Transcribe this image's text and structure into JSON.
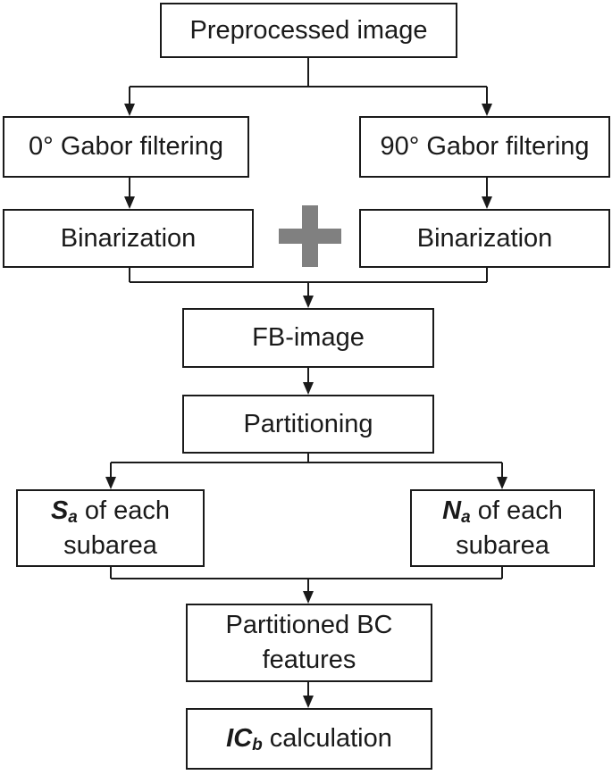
{
  "nodes": {
    "preprocessed": "Preprocessed image",
    "gabor0": "0° Gabor filtering",
    "gabor90": "90° Gabor filtering",
    "binarization_left": "Binarization",
    "binarization_right": "Binarization",
    "fb_image": "FB-image",
    "partitioning": "Partitioning",
    "sa": {
      "symbol": "S",
      "subscript": "a",
      "line1_rest": " of each",
      "line2": "subarea"
    },
    "na": {
      "symbol": "N",
      "subscript": "a",
      "line1_rest": " of each",
      "line2": "subarea"
    },
    "partitioned": {
      "line1": "Partitioned BC",
      "line2": "features"
    },
    "icb": {
      "symbol": "IC",
      "subscript": "b",
      "rest": " calculation"
    }
  },
  "colors": {
    "stroke": "#1a1a1a",
    "plus": "#808080"
  },
  "icons": {
    "combine": "plus-icon"
  }
}
